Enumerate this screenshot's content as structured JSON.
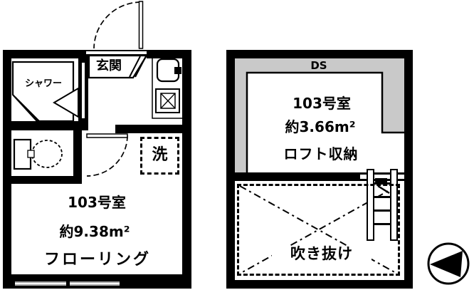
{
  "left_plan": {
    "entrance_label": "玄関",
    "shower_label": "シャワー",
    "laundry_label": "洗",
    "room_number": "103号室",
    "room_area": "約9.38m²",
    "flooring_label": "フローリング"
  },
  "right_plan": {
    "duct_space_label": "DS",
    "room_number": "103号室",
    "room_area": "約3.66m²",
    "loft_label": "ロフト収納",
    "void_label": "吹き抜け"
  },
  "icons": {
    "compass": "north-arrow-left",
    "toilet": "toilet-icon",
    "sink": "sink-icon",
    "stove": "stove-icon",
    "ladder": "loft-ladder-icon"
  },
  "colors": {
    "wall": "#000000",
    "duct_space_fill": "#c9c9c9",
    "window_fill": "#a8a8a8",
    "background": "#ffffff"
  }
}
